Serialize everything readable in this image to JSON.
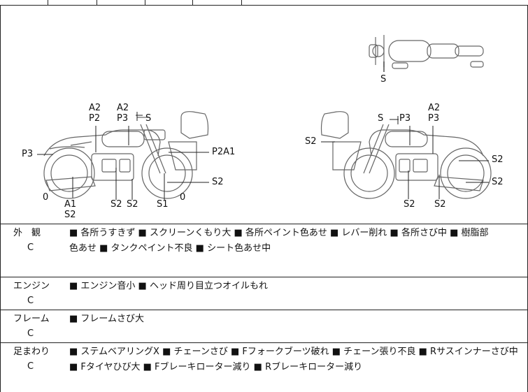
{
  "diagram": {
    "top_view": {
      "label": "S"
    },
    "left_side": {
      "labels": {
        "a2_top": "A2",
        "p2_top": "P2",
        "a2_top2": "A2",
        "p3_top": "P3",
        "s_top": "S",
        "p3_left": "P3",
        "p2a1": "P2A1",
        "s2_right": "S2",
        "zero_a": "0",
        "a1": "A1",
        "s2_a1": "S2",
        "s2_b": "S2",
        "s2_c": "S2",
        "s1": "S1",
        "zero_b": "0"
      }
    },
    "right_side": {
      "labels": {
        "a2": "A2",
        "s": "S",
        "p3": "P3",
        "p3b": "P3",
        "s2_left": "S2",
        "s2_r1": "S2",
        "s2_r2": "S2",
        "s2_b1": "S2",
        "s2_b2": "S2"
      }
    }
  },
  "rows": [
    {
      "head": "外　観",
      "grade": "C",
      "items": [
        "■ 各所うすきず ■ スクリーンくもり大 ■ 各所ペイント色あせ ■ レバー削れ ■ 各所さび中 ■ 樹脂部",
        "色あせ ■ タンクペイント不良 ■ シート色あせ中"
      ]
    },
    {
      "head": "エンジン",
      "grade": "C",
      "items": [
        "■ エンジン音小 ■ ヘッド周り目立つオイルもれ"
      ]
    },
    {
      "head": "フレーム",
      "grade": "C",
      "items": [
        "■ フレームさび大"
      ]
    },
    {
      "head": "足まわり",
      "grade": "C",
      "items": [
        "■ ステムベアリングX ■ チェーンさび ■ Fフォークブーツ破れ ■ チェーン張り不良 ■ Rサスインナーさび中",
        "■ Fタイヤひび大 ■ Fブレーキローター減り ■ Rブレーキローター減り"
      ]
    }
  ]
}
